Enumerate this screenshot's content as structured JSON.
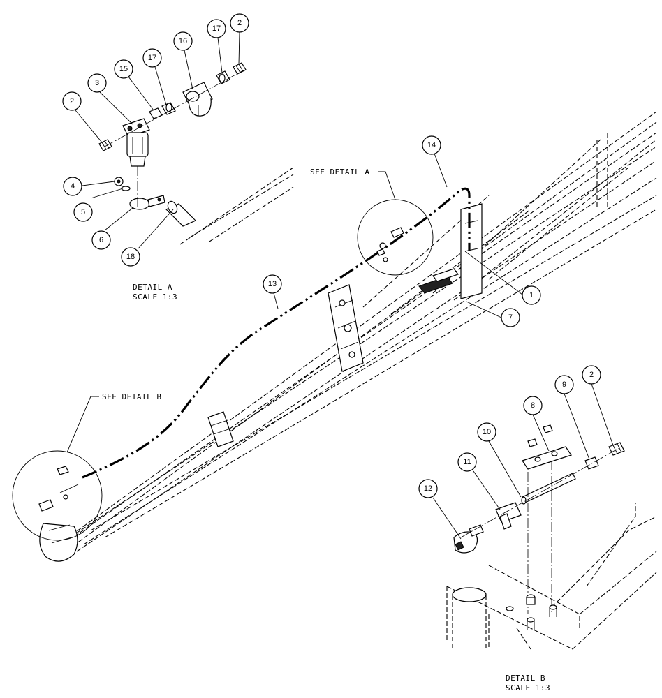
{
  "diagram": {
    "detail_a_caption": {
      "line1": "DETAIL  A",
      "line2": "SCALE  1:3"
    },
    "detail_b_caption": {
      "line1": "DETAIL  B",
      "line2": "SCALE  1:3"
    },
    "see_detail_a": "SEE DETAIL  A",
    "see_detail_b": "SEE DETAIL  B",
    "balloons": [
      {
        "id": "b-2-top",
        "label": "2"
      },
      {
        "id": "b-17-top",
        "label": "17"
      },
      {
        "id": "b-16",
        "label": "16"
      },
      {
        "id": "b-17-mid",
        "label": "17"
      },
      {
        "id": "b-15",
        "label": "15"
      },
      {
        "id": "b-3",
        "label": "3"
      },
      {
        "id": "b-2-left",
        "label": "2"
      },
      {
        "id": "b-4",
        "label": "4"
      },
      {
        "id": "b-5",
        "label": "5"
      },
      {
        "id": "b-6",
        "label": "6"
      },
      {
        "id": "b-18",
        "label": "18"
      },
      {
        "id": "b-14",
        "label": "14"
      },
      {
        "id": "b-13",
        "label": "13"
      },
      {
        "id": "b-1",
        "label": "1"
      },
      {
        "id": "b-7",
        "label": "7"
      },
      {
        "id": "b-8",
        "label": "8"
      },
      {
        "id": "b-9",
        "label": "9"
      },
      {
        "id": "b-2-right",
        "label": "2"
      },
      {
        "id": "b-10",
        "label": "10"
      },
      {
        "id": "b-11",
        "label": "11"
      },
      {
        "id": "b-12",
        "label": "12"
      }
    ]
  }
}
